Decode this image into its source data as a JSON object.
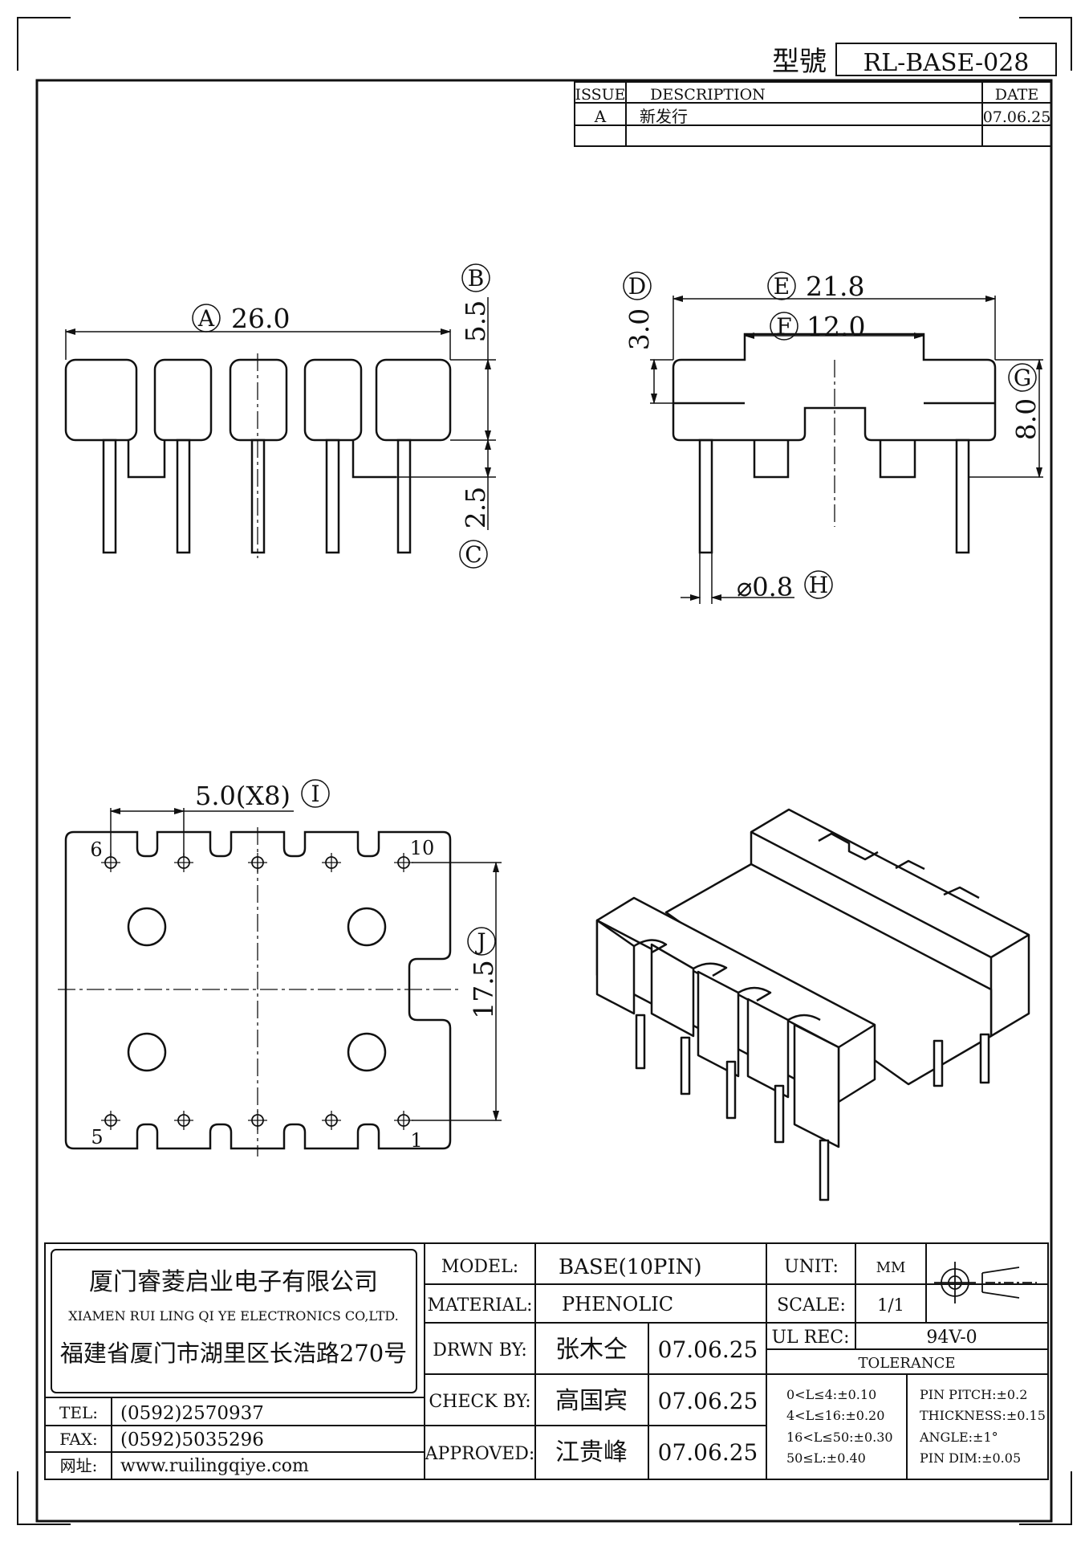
{
  "header": {
    "model_label": "型號",
    "model_no": "RL-BASE-028"
  },
  "revision": {
    "headers": {
      "issue": "ISSUE",
      "description": "DESCRIPTION",
      "date": "DATE"
    },
    "row": {
      "issue": "A",
      "description": "新发行",
      "date": "07.06.25"
    }
  },
  "front_view": {
    "dim_a": "26.0",
    "label_a": "A",
    "dim_b": "5.5",
    "label_b": "B",
    "dim_c": "2.5",
    "label_c": "C"
  },
  "side_view": {
    "dim_d": "3.0",
    "label_d": "D",
    "dim_e": "21.8",
    "label_e": "E",
    "dim_f": "12.0",
    "label_f": "F",
    "dim_g": "8.0",
    "label_g": "G",
    "dim_h": "⌀0.8",
    "label_h": "H"
  },
  "bottom_view": {
    "dim_i": "5.0(X8)",
    "label_i": "I",
    "dim_j": "17.5",
    "label_j": "J",
    "pin_6": "6",
    "pin_10": "10",
    "pin_5": "5",
    "pin_1": "1"
  },
  "title_block": {
    "company_cn": "厦门睿菱启业电子有限公司",
    "company_en": "XIAMEN RUI LING QI YE ELECTRONICS CO,LTD.",
    "address": "福建省厦门市湖里区长浩路270号",
    "tel_label": "TEL:",
    "tel": "(0592)2570937",
    "fax_label": "FAX:",
    "fax": "(0592)5035296",
    "web_label": "网址:",
    "web": "www.ruilingqiye.com",
    "model_label": "MODEL:",
    "model": "BASE(10PIN)",
    "material_label": "MATERIAL:",
    "material": "PHENOLIC",
    "drawn_label": "DRWN BY:",
    "drawn_name": "张木仝",
    "drawn_date": "07.06.25",
    "check_label": "CHECK BY:",
    "check_name": "高国宾",
    "check_date": "07.06.25",
    "approved_label": "APPROVED:",
    "approved_name": "江贵峰",
    "approved_date": "07.06.25",
    "unit_label": "UNIT:",
    "unit": "MM",
    "scale_label": "SCALE:",
    "scale": "1/1",
    "ul_label": "UL REC:",
    "ul": "94V-0",
    "tolerance_label": "TOLERANCE",
    "tol_1": "0<L≤4:±0.10",
    "tol_2": "4<L≤16:±0.20",
    "tol_3": "16<L≤50:±0.30",
    "tol_4": "50≤L:±0.40",
    "tol_pitch": "PIN PITCH:±0.2",
    "tol_thickness": "THICKNESS:±0.15",
    "tol_angle": "ANGLE:±1°",
    "tol_pindim": "PIN DIM:±0.05"
  }
}
